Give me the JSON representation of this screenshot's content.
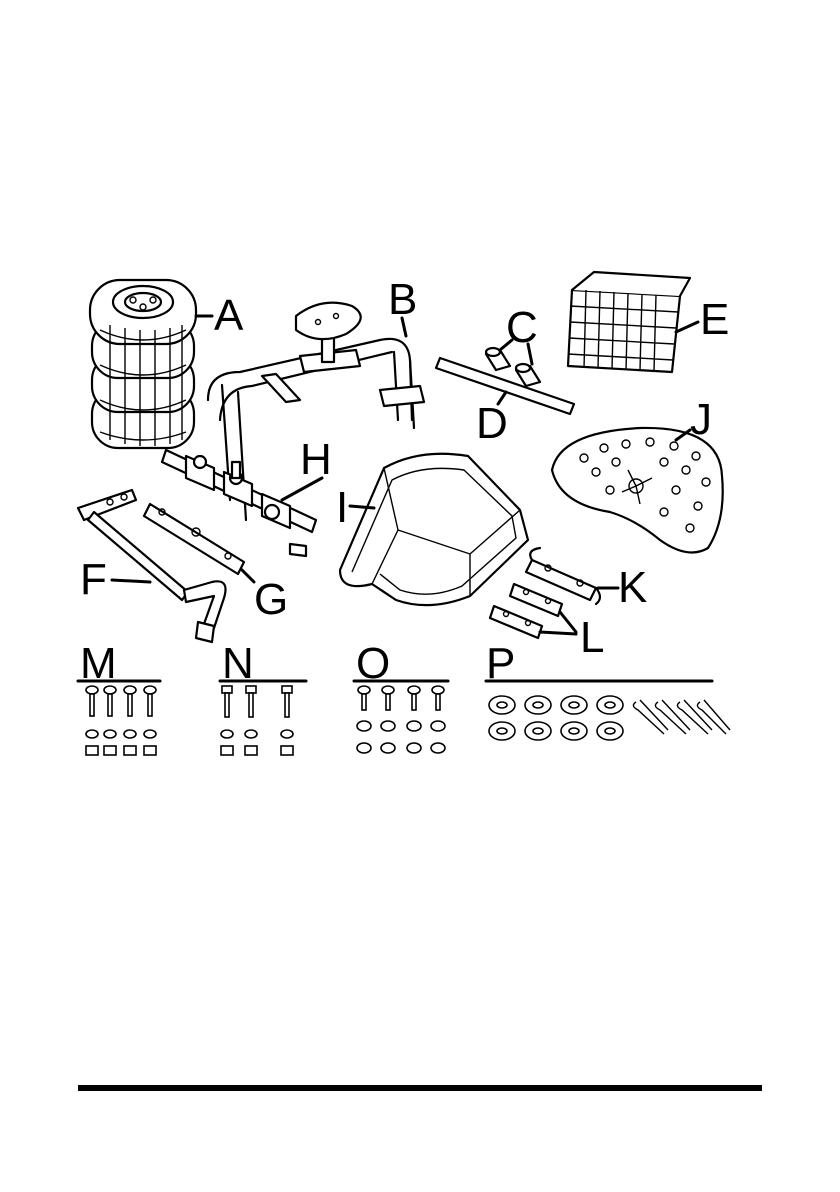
{
  "labels": {
    "A": "A",
    "B": "B",
    "C": "C",
    "D": "D",
    "E": "E",
    "F": "F",
    "G": "G",
    "H": "H",
    "I": "I",
    "J": "J",
    "K": "K",
    "L": "L",
    "M": "M",
    "N": "N",
    "O": "O",
    "P": "P"
  },
  "colors": {
    "ink": "#000000",
    "paper": "#ffffff"
  }
}
